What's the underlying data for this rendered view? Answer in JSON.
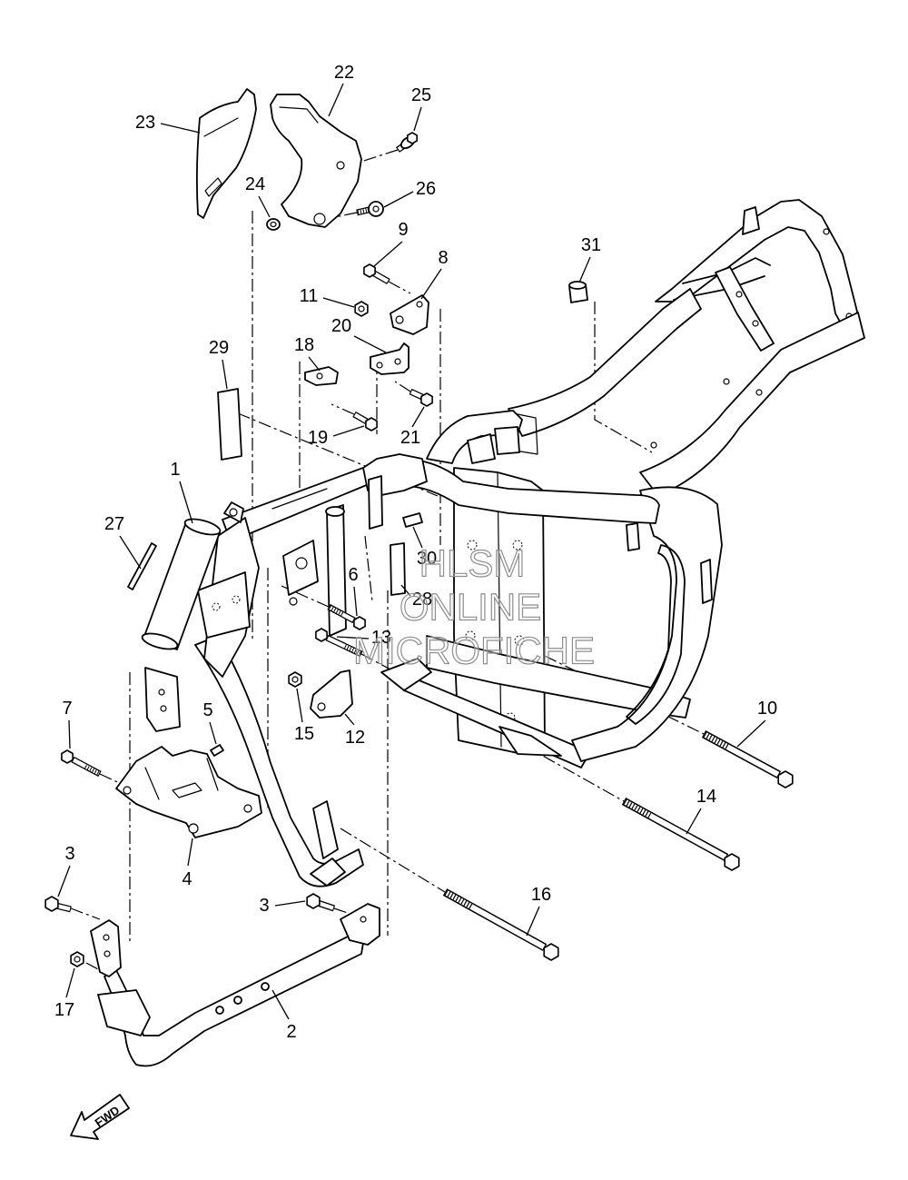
{
  "callouts": [
    "22",
    "23",
    "25",
    "24",
    "26",
    "9",
    "8",
    "31",
    "11",
    "20",
    "18",
    "29",
    "19",
    "21",
    "1",
    "27",
    "30",
    "6",
    "28",
    "13",
    "5",
    "7",
    "15",
    "12",
    "10",
    "14",
    "4",
    "3",
    "3",
    "16",
    "17",
    "2"
  ],
  "direction_label": "FWD",
  "watermark": [
    "HLSM",
    "ONLINE",
    "MICROFICHE"
  ]
}
